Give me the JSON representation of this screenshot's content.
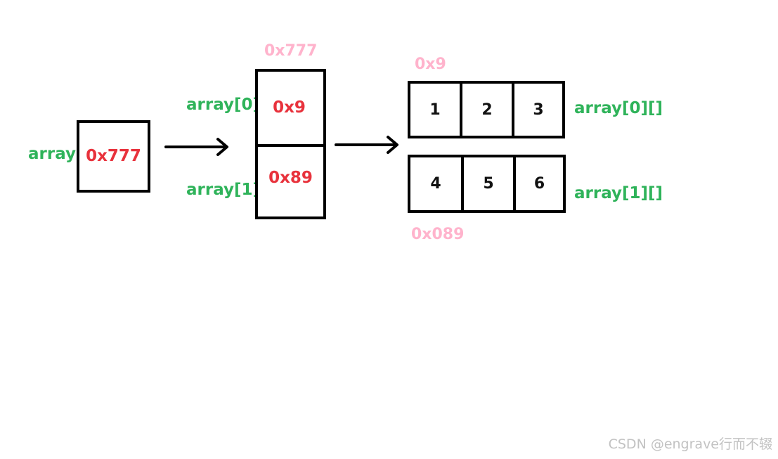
{
  "reference": {
    "label": "array",
    "value": "0x777"
  },
  "row_pointers": {
    "address": "0x777",
    "labels": [
      "array[0]",
      "array[1]"
    ],
    "values": [
      "0x9",
      "0x89"
    ]
  },
  "rows": [
    {
      "address": "0x9",
      "label": "array[0][]",
      "values": [
        "1",
        "2",
        "3"
      ]
    },
    {
      "address": "0x089",
      "label": "array[1][]",
      "values": [
        "4",
        "5",
        "6"
      ]
    }
  ],
  "watermark": "CSDN @engrave行而不辍",
  "colors": {
    "label": "#2fb35a",
    "value": "#e8323c",
    "address": "#ffb3cc",
    "stroke": "#000000"
  }
}
